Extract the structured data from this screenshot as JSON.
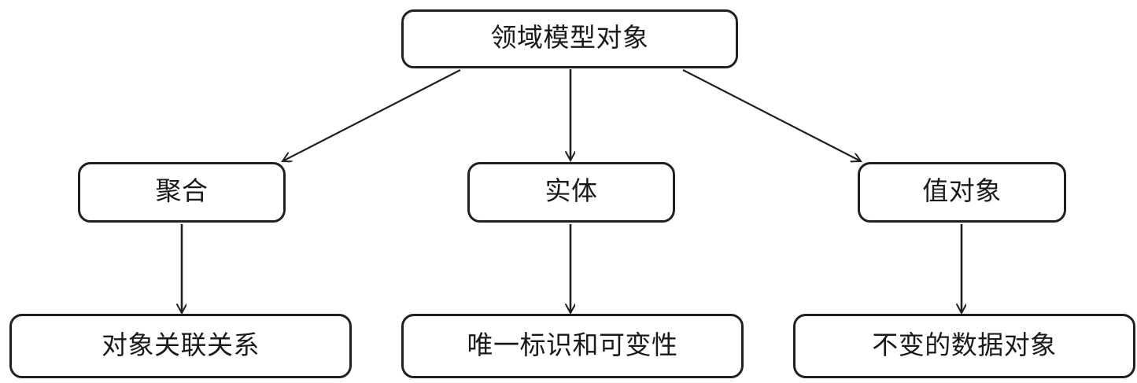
{
  "diagram": {
    "type": "tree-hierarchy",
    "title_node": {
      "id": "root",
      "label": "领域模型对象"
    },
    "level2": [
      {
        "id": "aggregate",
        "label": "聚合"
      },
      {
        "id": "entity",
        "label": "实体"
      },
      {
        "id": "valueobject",
        "label": "值对象"
      }
    ],
    "level3": [
      {
        "id": "association",
        "label": "对象关联关系"
      },
      {
        "id": "identity",
        "label": "唯一标识和可变性"
      },
      {
        "id": "immutable",
        "label": "不变的数据对象"
      }
    ],
    "edges": [
      {
        "from": "root",
        "to": "aggregate",
        "style": "diagonal-arrow"
      },
      {
        "from": "root",
        "to": "entity",
        "style": "vertical-arrow"
      },
      {
        "from": "root",
        "to": "valueobject",
        "style": "diagonal-arrow"
      },
      {
        "from": "aggregate",
        "to": "association",
        "style": "vertical-arrow"
      },
      {
        "from": "entity",
        "to": "identity",
        "style": "vertical-arrow"
      },
      {
        "from": "valueobject",
        "to": "immutable",
        "style": "vertical-arrow"
      }
    ],
    "colors": {
      "background": "#ffffff",
      "node_border": "#231f20",
      "node_fill": "#ffffff",
      "text": "#1a1a1a",
      "edge": "#231f20"
    }
  }
}
